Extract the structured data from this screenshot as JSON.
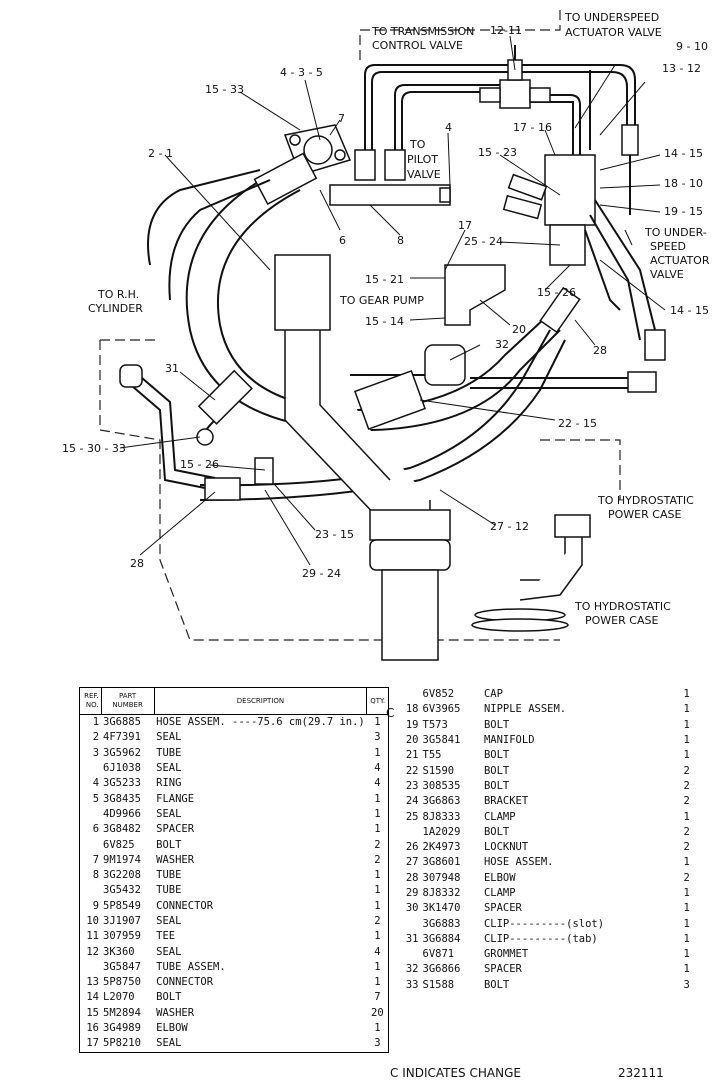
{
  "callouts": {
    "to_transmission": [
      "TO TRANSMISSION",
      "CONTROL VALVE"
    ],
    "to_underspeed_top": [
      "TO UNDERSPEED",
      "ACTUATOR VALVE"
    ],
    "to_pilot": [
      "TO",
      "PILOT",
      "VALVE"
    ],
    "to_rh": [
      "TO R.H.",
      "CYLINDER"
    ],
    "to_gear_pump": "TO GEAR PUMP",
    "to_under_speed_right": [
      "TO UNDER-",
      "SPEED",
      "ACTUATOR",
      "VALVE"
    ],
    "to_hydrostatic_1": [
      "TO HYDROSTATIC",
      "POWER CASE"
    ],
    "to_hydrostatic_2": [
      "TO HYDROSTATIC",
      "POWER CASE"
    ],
    "n_12_11": "12-11",
    "n_9_10": "9 - 10",
    "n_13_12": "13 - 12",
    "n_4_3_5": "4 - 3 - 5",
    "n_15_33": "15 - 33",
    "n_7": "7",
    "n_4": "4",
    "n_2_1": "2 - 1",
    "n_6": "6",
    "n_8": "8",
    "n_17_16": "17 - 16",
    "n_15_23": "15 - 23",
    "n_14_15a": "14 - 15",
    "n_18_10": "18 - 10",
    "n_19_15": "19 - 15",
    "n_17": "17",
    "n_25_24": "25 - 24",
    "n_15_21": "15 - 21",
    "n_15_14": "15 - 14",
    "n_20": "20",
    "n_15_26a": "15 - 26",
    "n_14_15b": "14 - 15",
    "n_28a": "28",
    "n_32": "32",
    "n_31": "31",
    "n_22_15": "22 - 15",
    "n_15_30_33": "15 - 30 - 33",
    "n_15_26b": "15 - 26",
    "n_23_15": "23 - 15",
    "n_27_12": "27 - 12",
    "n_28b": "28",
    "n_29_24": "29 - 24"
  },
  "table_headers": {
    "ref": [
      "REF.",
      "NO."
    ],
    "part": [
      "PART",
      "NUMBER"
    ],
    "description": "DESCRIPTION",
    "qty": "QTY."
  },
  "left_rows": [
    {
      "ref": "1",
      "part": "3G6885",
      "desc": "HOSE ASSEM. ----75.6 cm(29.7 in.)",
      "qty": "1"
    },
    {
      "ref": "2",
      "part": "4F7391",
      "desc": "SEAL",
      "qty": "3"
    },
    {
      "ref": "3",
      "part": "3G5962",
      "desc": "TUBE",
      "qty": "1"
    },
    {
      "ref": "",
      "part": "6J1038",
      "desc": "SEAL",
      "qty": "4"
    },
    {
      "ref": "4",
      "part": "3G5233",
      "desc": "RING",
      "qty": "4"
    },
    {
      "ref": "5",
      "part": "3G8435",
      "desc": "FLANGE",
      "qty": "1"
    },
    {
      "ref": "",
      "part": "4D9966",
      "desc": "SEAL",
      "qty": "1"
    },
    {
      "ref": "6",
      "part": "3G8482",
      "desc": "SPACER",
      "qty": "1"
    },
    {
      "ref": "",
      "part": "6V825",
      "desc": "BOLT",
      "qty": "2"
    },
    {
      "ref": "7",
      "part": "9M1974",
      "desc": "WASHER",
      "qty": "2"
    },
    {
      "ref": "8",
      "part": "3G2208",
      "desc": "TUBE",
      "qty": "1"
    },
    {
      "ref": "",
      "part": "3G5432",
      "desc": "TUBE",
      "qty": "1"
    },
    {
      "ref": "9",
      "part": "5P8549",
      "desc": "CONNECTOR",
      "qty": "1"
    },
    {
      "ref": "10",
      "part": "3J1907",
      "desc": "SEAL",
      "qty": "2"
    },
    {
      "ref": "11",
      "part": "307959",
      "desc": "TEE",
      "qty": "1"
    },
    {
      "ref": "12",
      "part": "3K360",
      "desc": "SEAL",
      "qty": "4"
    },
    {
      "ref": "",
      "part": "3G5847",
      "desc": "TUBE ASSEM.",
      "qty": "1"
    },
    {
      "ref": "13",
      "part": "5P8750",
      "desc": "CONNECTOR",
      "qty": "1"
    },
    {
      "ref": "14",
      "part": "L2070",
      "desc": "BOLT",
      "qty": "7"
    },
    {
      "ref": "15",
      "part": "5M2894",
      "desc": "WASHER",
      "qty": "20"
    },
    {
      "ref": "16",
      "part": "3G4989",
      "desc": "ELBOW",
      "qty": "1"
    },
    {
      "ref": "17",
      "part": "5P8210",
      "desc": "SEAL",
      "qty": "3"
    }
  ],
  "right_rows": [
    {
      "ref": "",
      "part": "6V852",
      "desc": "CAP",
      "qty": "1"
    },
    {
      "ref": "18",
      "part": "6V3965",
      "desc": "NIPPLE ASSEM.",
      "qty": "1"
    },
    {
      "ref": "19",
      "part": "T573",
      "desc": "BOLT",
      "qty": "1"
    },
    {
      "ref": "20",
      "part": "3G5841",
      "desc": "MANIFOLD",
      "qty": "1"
    },
    {
      "ref": "21",
      "part": "T55",
      "desc": "BOLT",
      "qty": "1"
    },
    {
      "ref": "22",
      "part": "S1590",
      "desc": "BOLT",
      "qty": "2"
    },
    {
      "ref": "23",
      "part": "308535",
      "desc": "BOLT",
      "qty": "2"
    },
    {
      "ref": "24",
      "part": "3G6863",
      "desc": "BRACKET",
      "qty": "2"
    },
    {
      "ref": "25",
      "part": "8J8333",
      "desc": "CLAMP",
      "qty": "1"
    },
    {
      "ref": "",
      "part": "1A2029",
      "desc": "BOLT",
      "qty": "2"
    },
    {
      "ref": "26",
      "part": "2K4973",
      "desc": "LOCKNUT",
      "qty": "2"
    },
    {
      "ref": "27",
      "part": "3G8601",
      "desc": "HOSE ASSEM.",
      "qty": "1"
    },
    {
      "ref": "28",
      "part": "307948",
      "desc": "ELBOW",
      "qty": "2"
    },
    {
      "ref": "29",
      "part": "8J8332",
      "desc": "CLAMP",
      "qty": "1"
    },
    {
      "ref": "30",
      "part": "3K1470",
      "desc": "SPACER",
      "qty": "1"
    },
    {
      "ref": "",
      "part": "3G6883",
      "desc": "CLIP---------(slot)",
      "qty": "1"
    },
    {
      "ref": "31",
      "part": "3G6884",
      "desc": "CLIP---------(tab)",
      "qty": "1"
    },
    {
      "ref": "",
      "part": "6V871",
      "desc": "GROMMET",
      "qty": "1"
    },
    {
      "ref": "32",
      "part": "3G6866",
      "desc": "SPACER",
      "qty": "1"
    },
    {
      "ref": "33",
      "part": "S1588",
      "desc": "BOLT",
      "qty": "3"
    }
  ],
  "change_mark": "C",
  "footer_note": "C  INDICATES CHANGE",
  "footer_number": "232111"
}
